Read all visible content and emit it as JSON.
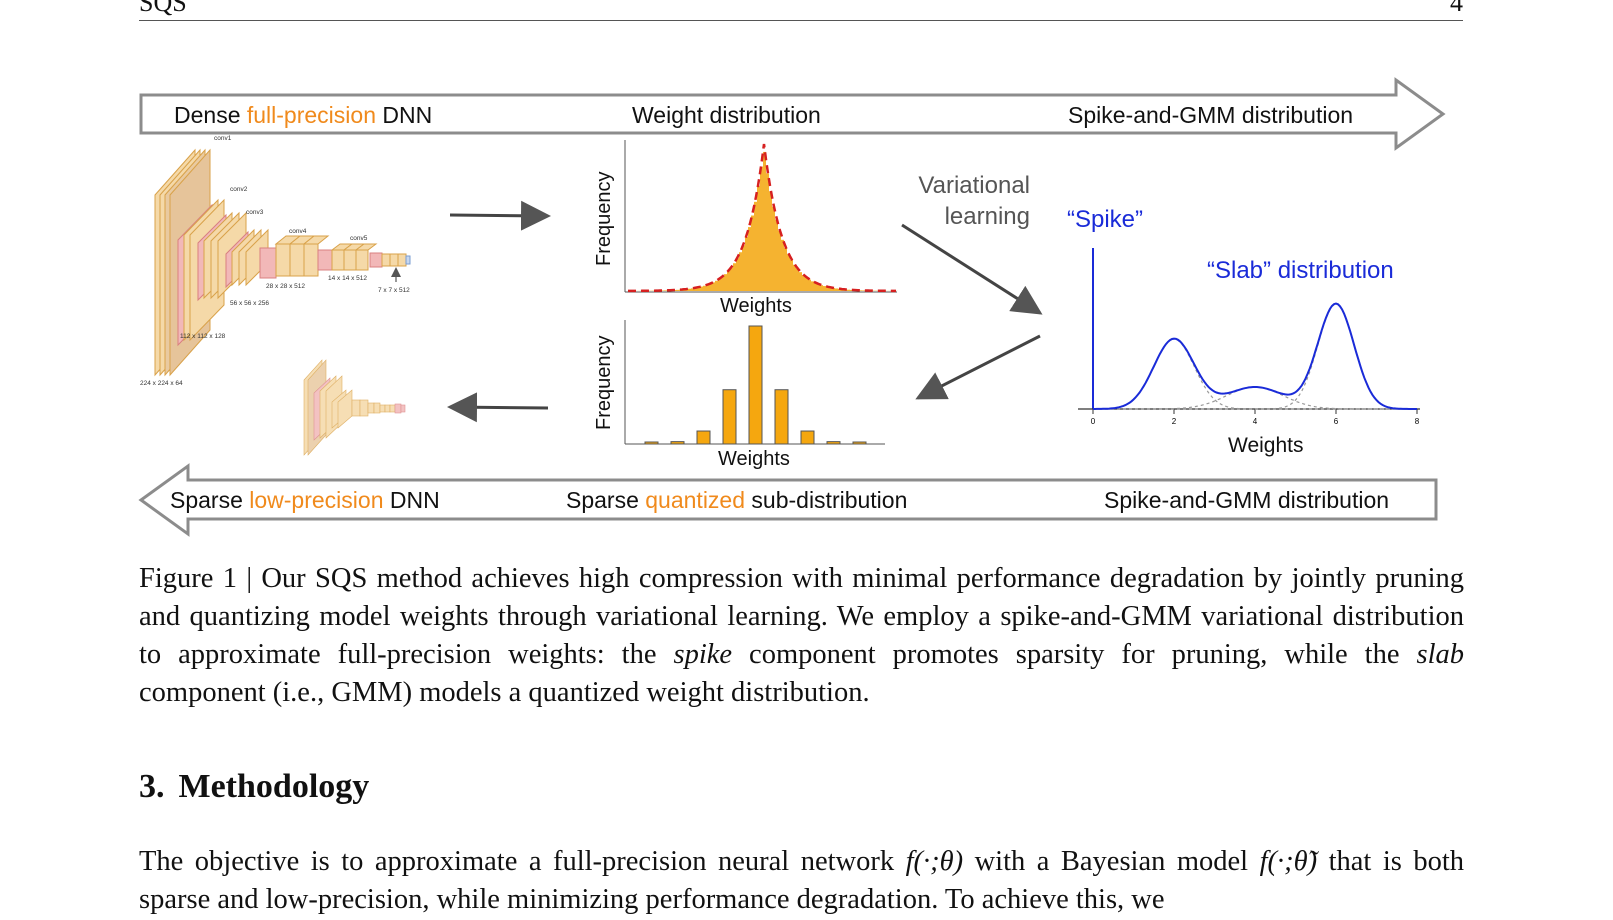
{
  "header": {
    "left": "SQS",
    "right": "4"
  },
  "figure": {
    "top_arrow": {
      "left_pre": "Dense ",
      "left_highlight": "full-precision",
      "left_post": " DNN",
      "middle": "Weight distribution",
      "right": "Spike-and-GMM distribution"
    },
    "bottom_arrow": {
      "left_pre": "Sparse ",
      "left_highlight": "low-precision",
      "left_post": " DNN",
      "middle_pre": "Sparse ",
      "middle_highlight": "quantized",
      "middle_post": " sub-distribution",
      "right": "Spike-and-GMM distribution"
    },
    "variational_label_line1": "Variational",
    "variational_label_line2": "learning",
    "spike_label": "“Spike”",
    "slab_label": "“Slab” distribution",
    "freq_label": "Frequency",
    "weights_label": "Weights",
    "cnn_labels": {
      "conv1": "conv1",
      "conv2": "conv2",
      "conv3": "conv3",
      "conv4": "conv4",
      "conv5": "conv5",
      "d224": "224 x 224 x 64",
      "d112": "112 x 112 x 128",
      "d56": "56 x 56 x 256",
      "d28": "28 x 28 x 512",
      "d14": "14 x 14 x 512",
      "d7": "7 x 7 x 512"
    },
    "gmm_ticks": [
      "0",
      "2",
      "4",
      "6",
      "8"
    ],
    "highlight_color": "#f08a1c",
    "blue_color": "#1a2bd8",
    "quantized_hist": {
      "values": [
        0.01,
        0.02,
        0.11,
        0.46,
        1.0,
        0.46,
        0.11,
        0.02,
        0.01
      ]
    }
  },
  "caption": {
    "t1": "Figure 1 | Our SQS method achieves high compression with minimal performance degradation by jointly pruning and quantizing model weights through variational learning. We employ a spike-and-GMM variational distribution to approximate full-precision weights: the ",
    "em1": "spike",
    "t2": " component promotes sparsity for pruning, while the ",
    "em2": "slab",
    "t3": " component (i.e., GMM) models a quantized weight distribution."
  },
  "section": {
    "number": "3.",
    "title": "Methodology"
  },
  "body": {
    "t1": "The objective is to approximate a full-precision neural network ",
    "m1": "f(·;θ)",
    "t2": " with a Bayesian model ",
    "m2": "f(·;θ̃)",
    "t3": " that is both sparse and low-precision, while minimizing performance degradation. To achieve this, we"
  }
}
